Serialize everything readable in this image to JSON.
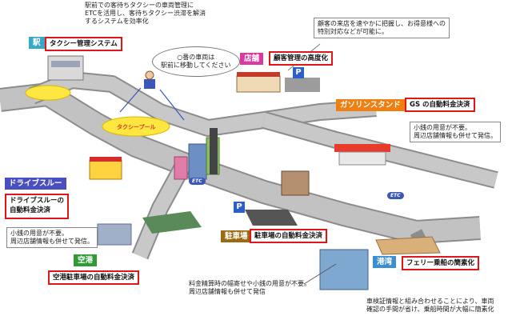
{
  "notes": {
    "taxi_top": "駅前での客待ちタクシーの車両管理に\nETCを活用し、客待ちタクシー渋滞を解消\nするシステムを効率化",
    "shop_top": "顧客の来店を速やかに把握し、お得意様への\n特別対応などが可能に。",
    "gs_note": "小銭の用意が不要。\n周辺店舗情報も併せて発信。",
    "drive_note": "小銭の用意が不要。\n周辺店舗情報も併せて発信。",
    "parking_note": "料金精算時の幅寄せや小銭の用意が不要。\n周辺店舗情報も併せて発信",
    "ferry_note": "車検証情報と組み合わせることにより、車両\n確認の手間が省け、乗船時間が大幅に簡素化"
  },
  "bubble_text": "○番の車両は\n駅前に移動してください",
  "tags": {
    "station": "駅",
    "shop": "店舗",
    "gas": "ガソリンスタンド",
    "drive": "ドライブスルー",
    "parking": "駐車場",
    "airport": "空港",
    "port": "港湾"
  },
  "labels": {
    "taxi": "タクシー管理システム",
    "shop": "顧客管理の高度化",
    "gas": "GS の自動料金決済",
    "drive": "ドライブスルーの\n自動料金決済",
    "parking": "駐車場の自動料金決済",
    "airport": "空港駐車場の自動料金決済",
    "port": "フェリー乗船の簡素化"
  },
  "map_text": {
    "pool": "タクシープール",
    "etc": "ETC",
    "p": "P"
  },
  "colors": {
    "station": "#3aa8c8",
    "shop": "#d83aa0",
    "gas": "#ef7f10",
    "drive": "#4a4fbf",
    "parking": "#9b6a12",
    "airport": "#2f9a36",
    "port": "#3b8fd0",
    "road": "#b9b9b9",
    "road_edge": "#8c8c8c"
  }
}
